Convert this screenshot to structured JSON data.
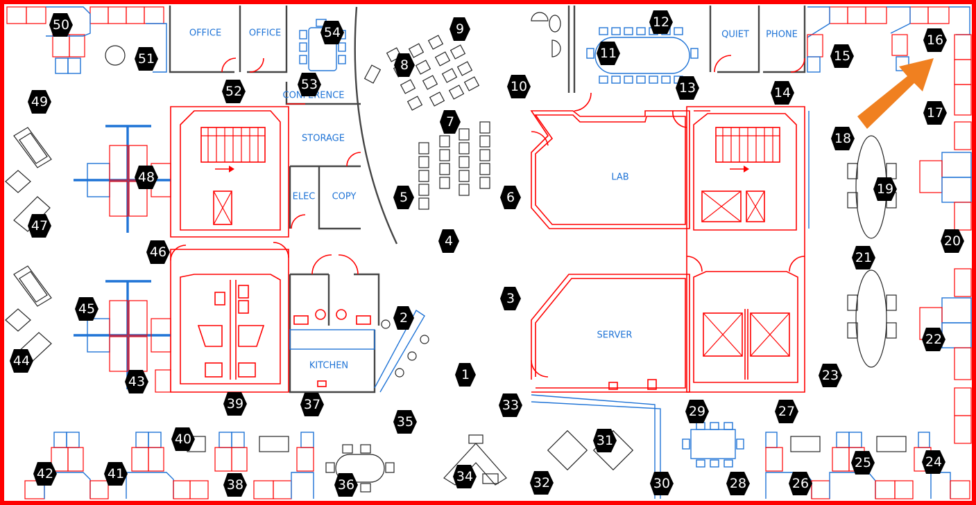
{
  "room_labels": {
    "office_left": "OFFICE",
    "office_right": "OFFICE",
    "conference": "CONFERENCE",
    "storage": "STORAGE",
    "elec": "ELEC",
    "copy": "COPY",
    "kitchen": "KITCHEN",
    "lab": "LAB",
    "server": "SERVER",
    "quiet": "QUIET",
    "phone": "PHONE"
  },
  "markers": [
    {
      "id": "1",
      "label": "1"
    },
    {
      "id": "2",
      "label": "2"
    },
    {
      "id": "3",
      "label": "3"
    },
    {
      "id": "4",
      "label": "4"
    },
    {
      "id": "5",
      "label": "5"
    },
    {
      "id": "6",
      "label": "6"
    },
    {
      "id": "7",
      "label": "7"
    },
    {
      "id": "8",
      "label": "8"
    },
    {
      "id": "9",
      "label": "9"
    },
    {
      "id": "10",
      "label": "10"
    },
    {
      "id": "11",
      "label": "11"
    },
    {
      "id": "12",
      "label": "12"
    },
    {
      "id": "13",
      "label": "13"
    },
    {
      "id": "14",
      "label": "14"
    },
    {
      "id": "15",
      "label": "15"
    },
    {
      "id": "16",
      "label": "16"
    },
    {
      "id": "17",
      "label": "17"
    },
    {
      "id": "18",
      "label": "18"
    },
    {
      "id": "19",
      "label": "19"
    },
    {
      "id": "20",
      "label": "20"
    },
    {
      "id": "21",
      "label": "21"
    },
    {
      "id": "22",
      "label": "22"
    },
    {
      "id": "23",
      "label": "23"
    },
    {
      "id": "24",
      "label": "24"
    },
    {
      "id": "25",
      "label": "25"
    },
    {
      "id": "26",
      "label": "26"
    },
    {
      "id": "27",
      "label": "27"
    },
    {
      "id": "28",
      "label": "28"
    },
    {
      "id": "29",
      "label": "29"
    },
    {
      "id": "30",
      "label": "30"
    },
    {
      "id": "31",
      "label": "31"
    },
    {
      "id": "32",
      "label": "32"
    },
    {
      "id": "33",
      "label": "33"
    },
    {
      "id": "34",
      "label": "34"
    },
    {
      "id": "35",
      "label": "35"
    },
    {
      "id": "36",
      "label": "36"
    },
    {
      "id": "37",
      "label": "37"
    },
    {
      "id": "38",
      "label": "38"
    },
    {
      "id": "39",
      "label": "39"
    },
    {
      "id": "40",
      "label": "40"
    },
    {
      "id": "41",
      "label": "41"
    },
    {
      "id": "42",
      "label": "42"
    },
    {
      "id": "43",
      "label": "43"
    },
    {
      "id": "44",
      "label": "44"
    },
    {
      "id": "45",
      "label": "45"
    },
    {
      "id": "46",
      "label": "46"
    },
    {
      "id": "47",
      "label": "47"
    },
    {
      "id": "48",
      "label": "48"
    },
    {
      "id": "49",
      "label": "49"
    },
    {
      "id": "50",
      "label": "50"
    },
    {
      "id": "51",
      "label": "51"
    },
    {
      "id": "52",
      "label": "52"
    },
    {
      "id": "53",
      "label": "53"
    },
    {
      "id": "54",
      "label": "54"
    }
  ],
  "highlight_marker": "16",
  "colors": {
    "wall": "#ff0000",
    "label": "#1e73d6",
    "marker": "#000000",
    "arrow": "#f08020"
  }
}
